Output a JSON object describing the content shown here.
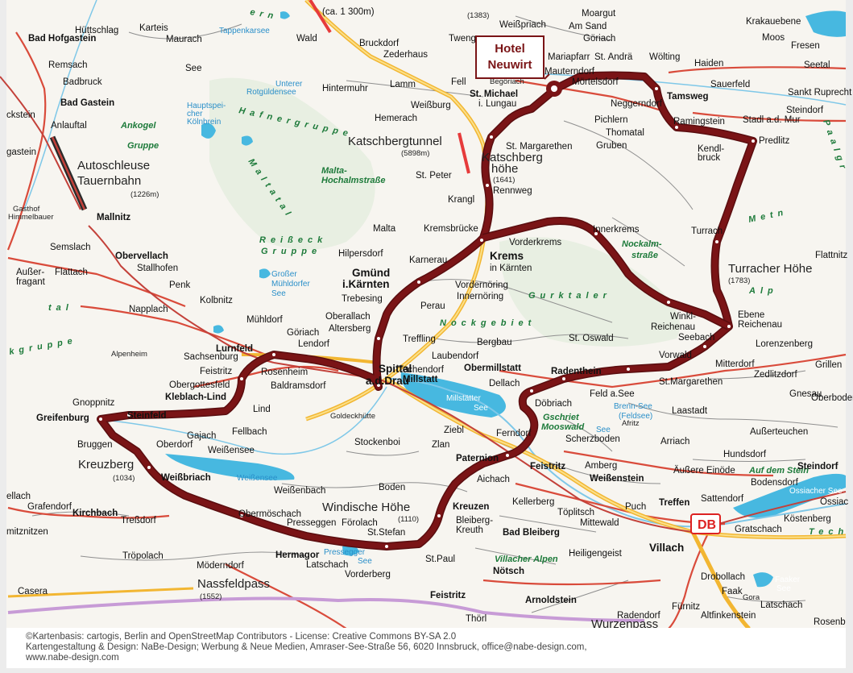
{
  "hotel": {
    "line1": "Hotel",
    "line2": "Neuwirt"
  },
  "credits": {
    "line1": "©Kartenbasis: cartogis, Berlin and OpenStreetMap Contributors - License: Creative Commons BY-SA 2.0",
    "line2": "Kartengestaltung & Design: NaBe-Design; Werbung & Neue Medien, Amraser-See-Straße 56, 6020 Innsbruck, office@nabe-design.com,",
    "line3": "www.nabe-design.com"
  },
  "colors": {
    "route": "#7a1416",
    "motorway": "#f2b632",
    "road": "#d94b3b",
    "rail": "#c3413a",
    "water": "#47b8e0",
    "land": "#f7f5f0"
  },
  "labels": {
    "hofgastein": "Bad Hofgastein",
    "huettschlag": "Hüttschlag",
    "karteis": "Karteis",
    "maurach": "Maurach",
    "tappenkarsee": "Tappenkarsee",
    "see": "See",
    "wald": "Wald",
    "bruckdorf": "Bruckdorf",
    "zederhaus": "Zederhaus",
    "ca1300": "(ca. 1 300m)",
    "weisspriach": "Weißpriach",
    "h1383": "(1383)",
    "twenger": "Tweng",
    "moargut": "Moargut",
    "amsand": "Am Sand",
    "goeriach": "Göriach",
    "mariapfarr": "Mariapfarr",
    "st_andrae": "St. Andrä",
    "woelting": "Wölting",
    "haiden": "Haiden",
    "krakauebene": "Krakauebene",
    "moos": "Moos",
    "fresen": "Fresen",
    "seetal": "Seetal",
    "remsach": "Remsach",
    "badbruck": "Badbruck",
    "badgastein": "Bad Gastein",
    "unterer": "Unterer",
    "rotgueldensee": "Rotgüldensee",
    "hintermuhr": "Hintermuhr",
    "lamm": "Lamm",
    "fell": "Fell",
    "begoriach": "Begöriach",
    "mauterndorf": "Mauterndorf",
    "moertelsdorf": "Mörtelsdorf",
    "tamsweg": "Tamsweg",
    "sauerfeld": "Sauerfeld",
    "sanktruprecht": "Sankt Ruprecht",
    "hauptspeicher": "Hauptspei-",
    "cher": "cher",
    "koelnbrein": "Kölnbrein",
    "stmichael": "St. Michael",
    "ilungau": "i. Lungau",
    "hemerach": "Hemerach",
    "weissburg": "Weißburg",
    "neggerndorf": "Neggerndorf",
    "steindorf": "Steindorf",
    "stadlmur": "Stadl a.d. Mur",
    "anlauftal": "Anlauftal",
    "eckstein": "ckstein",
    "ankogel": "Ankogel",
    "pichlern": "Pichlern",
    "thomatal": "Thomatal",
    "gruben": "Gruben",
    "ramingstein": "Ramingstein",
    "predlitz": "Predlitz",
    "gastein": "gastein",
    "gruppe": "Gruppe",
    "katschbergtunnel": "Katschbergtunnel",
    "h5898": "(5898m)",
    "stmargarethen": "St. Margarethen",
    "katschberg": "Katschberg",
    "hoehe": "höhe",
    "h1641": "(1641)",
    "kendlbruck1": "Kendl-",
    "kendlbruck2": "bruck",
    "autoschleuse": "Autoschleuse",
    "tauernbahn": "Tauernbahn",
    "h1226": "(1226m)",
    "malta": "Malta-",
    "hochalmstrasse": "Hochalmstraße",
    "stpeter": "St. Peter",
    "rennweg": "Rennweg",
    "krangl": "Krangl",
    "gasthof": "Gasthof",
    "himmelbauer": "Himmelbauer",
    "mallnitz": "Mallnitz",
    "turrach": "Turrach",
    "malta2": "Malta",
    "kremsbruecke": "Kremsbrücke",
    "innerkrems": "Innerkrems",
    "nockalm": "Nockalm-",
    "strasse": "straße",
    "flattnitz": "Flattnitz",
    "semslach": "Semslach",
    "obervellach": "Obervellach",
    "reisseck": "Reißeck",
    "hilpersdorf": "Hilpersdorf",
    "vorderkrems": "Vorderkrems",
    "krems": "Krems",
    "inkaernten": "in Kärnten",
    "turracherhoehe": "Turracher Höhe",
    "h1783": "(1783)",
    "ausser": "Außer-",
    "fragant": "fragant",
    "flattach": "Flattach",
    "stallhofen": "Stallhofen",
    "grossermuehl": "Großer",
    "muehldorfer": "Mühldorfer",
    "see2": "See",
    "gmuend": "Gmünd",
    "ikaernten": "i.Kärnten",
    "karnerau": "Karnerau",
    "penk": "Penk",
    "vordernoering": "Vordernöring",
    "innernoering": "Innernöring",
    "trebesing": "Trebesing",
    "napplach": "Napplach",
    "kolbnitz": "Kolbnitz",
    "perau": "Perau",
    "winkl": "Winkl-",
    "reichenau": "Reichenau",
    "seebach": "Seebach",
    "ebene": "Ebene",
    "ebenereichenau": "Reichenau",
    "oberallach": "Oberallach",
    "altersberg": "Altersberg",
    "muehldorf": "Mühldorf",
    "goeriach2": "Göriach",
    "lendorf": "Lendorf",
    "treffling": "Treffling",
    "bergbau": "Bergbau",
    "stoswald": "St. Oswald",
    "lorenzenberg": "Lorenzenberg",
    "alpenheim": "Alpenheim",
    "lurnfeld": "Lurnfeld",
    "sachsenburg": "Sachsenburg",
    "laubendorf": "Laubendorf",
    "techendorf": "Techendorf",
    "millstatt": "Millstatt",
    "obermillstatt": "Obermillstatt",
    "vorwald": "Vorwald",
    "mitterdorf": "Mitterdorf",
    "feistritz": "Feistritz",
    "rosenheim": "Rosenheim",
    "spittal": "Spittal",
    "adrau": "a.d.Drau",
    "dellach": "Dellach",
    "radenthein": "Radenthein",
    "zedlitzdorf": "Zedlitzdorf",
    "grillen": "Grillen",
    "stmargarethen2": "St.Margarethen",
    "obergottesfeld": "Obergottesfeld",
    "baldramsdorf": "Baldramsdorf",
    "millstaettersee": "Millstätter",
    "see3": "See",
    "gnesau": "Gnesau",
    "kleblach": "Kleblach-Lind",
    "lind": "Lind",
    "goldeckhuette": "Goldeckhütte",
    "doebriach": "Döbriach",
    "feldasee": "Feld a.See",
    "brennsee": "Brenn-See",
    "feldsee": "(Feldsee)",
    "gnoppnitz": "Gnoppnitz",
    "laastadt": "Laastadt",
    "oberboden": "Oberboden",
    "greifenburg": "Greifenburg",
    "steinfeld": "Steinfeld",
    "ziebl": "Ziebl",
    "gschriet": "Gschriet",
    "afritz": "Afritz",
    "mooswald": "Mooswald",
    "see4": "See",
    "gajach": "Gajach",
    "fellbach": "Fellbach",
    "ferndorf": "Ferndorf",
    "scherzboden": "Scherzboden",
    "arriach": "Arriach",
    "aussertouchen": "Außerteuchen",
    "bruggen": "Bruggen",
    "oberdorf": "Oberdorf",
    "stockenboi": "Stockenboi",
    "zlan": "Zlan",
    "hundsdorf": "Hundsdorf",
    "weissensee": "Weißensee",
    "kreuzberg": "Kreuzberg",
    "h1034": "(1034)",
    "paternion": "Paternion",
    "feistritz2": "Feistritz",
    "amberg": "Amberg",
    "aeussereinoede": "Äußere Einöde",
    "aufdemstein": "Auf dem Stein",
    "steindorf2": "Steindorf",
    "weissbriach": "Weißbriach",
    "weissensee2": "Weißensee",
    "aichach": "Aichach",
    "weissenstein": "Weißenstein",
    "bodensdorf": "Bodensdorf",
    "ellach": "ellach",
    "grafendorf": "Grafendorf",
    "weissenbach": "Weißenbach",
    "boden": "Boden",
    "kellerberg": "Kellerberg",
    "sattendorf": "Sattendorf",
    "ossiachersee": "Ossiacher See",
    "ossiac": "Ossiac",
    "kirchbach": "Kirchbach",
    "tressdorf": "Treßdorf",
    "windischehoehe": "Windische Höhe",
    "h1110": "(1110)",
    "kreuzen": "Kreuzen",
    "puch": "Puch",
    "treffen": "Treffen",
    "koestenberg": "Köstenberg",
    "obermoeschach": "Obermöschach",
    "toeplitsch": "Töplitsch",
    "mittewald": "Mittewald",
    "db": "DB",
    "mitznitzen": "mitznitzen",
    "presseggen": "Presseggen",
    "foerolach": "Förolach",
    "bleiberg": "Bleiberg-",
    "kreuth": "Kreuth",
    "gratschach": "Gratschach",
    "tech": "Tech",
    "ststefan": "St.Stefan",
    "badbleiberg": "Bad Bleiberg",
    "troepolach": "Tröpolach",
    "hermagor": "Hermagor",
    "pressegger": "Pressegger",
    "see5": "See",
    "villach": "Villach",
    "stpaul": "St.Paul",
    "heiligengeist": "Heiligengeist",
    "moederndorf": "Möderndorf",
    "latschach": "Latschach",
    "villacheralpen": "Villacher Alpen",
    "nassfeldpass": "Nassfeldpass",
    "h1552": "(1552)",
    "vorderberg": "Vorderberg",
    "noetsch": "Nötsch",
    "drobollach": "Drobollach",
    "faakersee": "Faaker",
    "see6": "See",
    "casera": "Casera",
    "faak": "Faak",
    "feistritz3": "Feistritz",
    "arnoldstein": "Arnoldstein",
    "fuernitz": "Fürnitz",
    "gora": "Gora",
    "latschach2": "Latschach",
    "thoerl": "Thörl",
    "radendorf": "Radendorf",
    "altfinkenstein": "Altfinkenstein",
    "rosenb": "Rosenb",
    "wurzenpass": "Wurzenpass",
    "hafnergruppe": "Hafnergruppe",
    "maltatal": "Maltatal",
    "gurktaler": "Gurktaler",
    "nockgebiet": "Nockgebiet",
    "metn": "Metn",
    "alp": "Alp",
    "gruppe2": "Gruppe",
    "kgruppe": "kgruppe",
    "tal": "tal",
    "tauern": "ern",
    "alpe2": "Paalgr"
  }
}
